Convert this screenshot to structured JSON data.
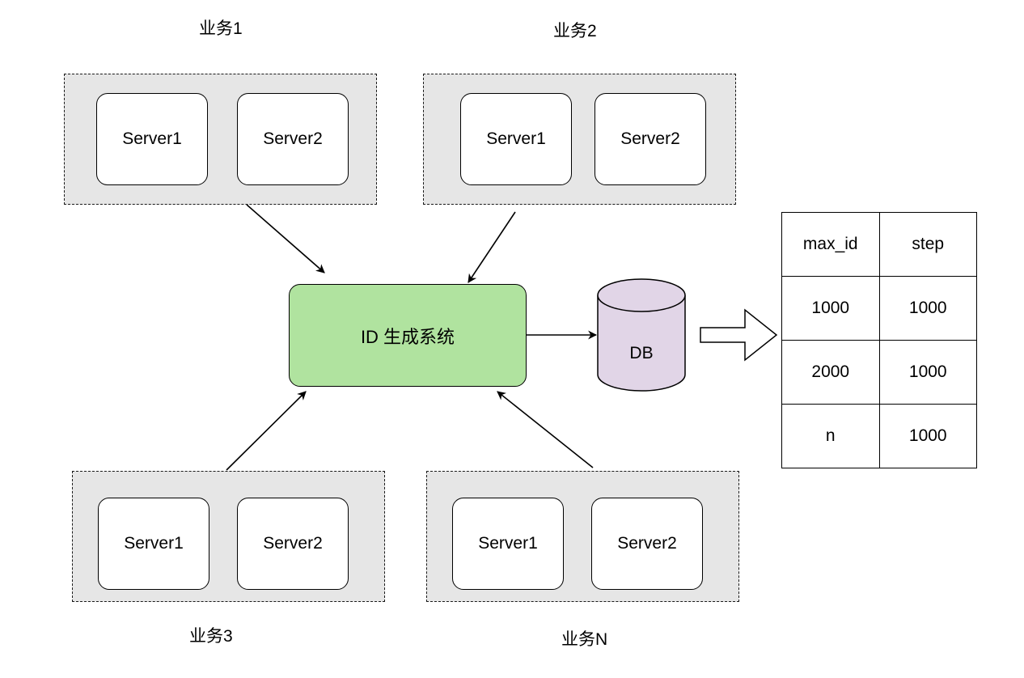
{
  "groups": [
    {
      "label": "业务1",
      "servers": [
        "Server1",
        "Server2"
      ]
    },
    {
      "label": "业务2",
      "servers": [
        "Server1",
        "Server2"
      ]
    },
    {
      "label": "业务3",
      "servers": [
        "Server1",
        "Server2"
      ]
    },
    {
      "label": "业务N",
      "servers": [
        "Server1",
        "Server2"
      ]
    }
  ],
  "core": {
    "label": "ID 生成系统"
  },
  "db": {
    "label": "DB"
  },
  "table": {
    "headers": [
      "max_id",
      "step"
    ],
    "rows": [
      [
        "1000",
        "1000"
      ],
      [
        "2000",
        "1000"
      ],
      [
        "n",
        "1000"
      ]
    ]
  },
  "colors": {
    "core_fill": "#b0e39f",
    "db_fill": "#e1d5e7",
    "group_fill": "#e6e6e6"
  }
}
